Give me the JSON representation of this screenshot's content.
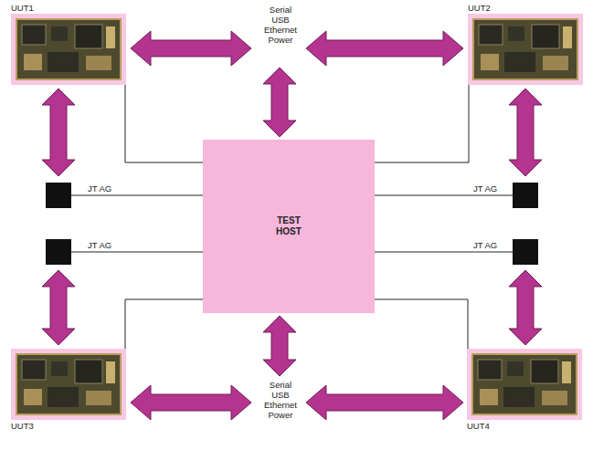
{
  "diagram": {
    "nodes": [
      {
        "text": [
          "UUT1"
        ]
      },
      {
        "text": [
          "UUT2"
        ]
      },
      {
        "text": [
          "TEST HOST"
        ]
      },
      {
        "text": [
          "UUT3"
        ]
      },
      {
        "text": [
          "UUT4"
        ]
      }
    ],
    "edges": [
      {
        "from": 0,
        "to": 2,
        "arrow": "none"
      },
      {
        "from": 1,
        "to": 2,
        "arrow": "none"
      },
      {
        "from": 3,
        "to": 2,
        "arrow": "none"
      },
      {
        "from": 4,
        "to": 2,
        "arrow": "none"
      }
    ],
    "labels": [
      "Serial USB Ethernet Power",
      "Serial USB Ethernet Power",
      "JT AG",
      "JT AG",
      "JT AG",
      "JT AG"
    ]
  }
}
